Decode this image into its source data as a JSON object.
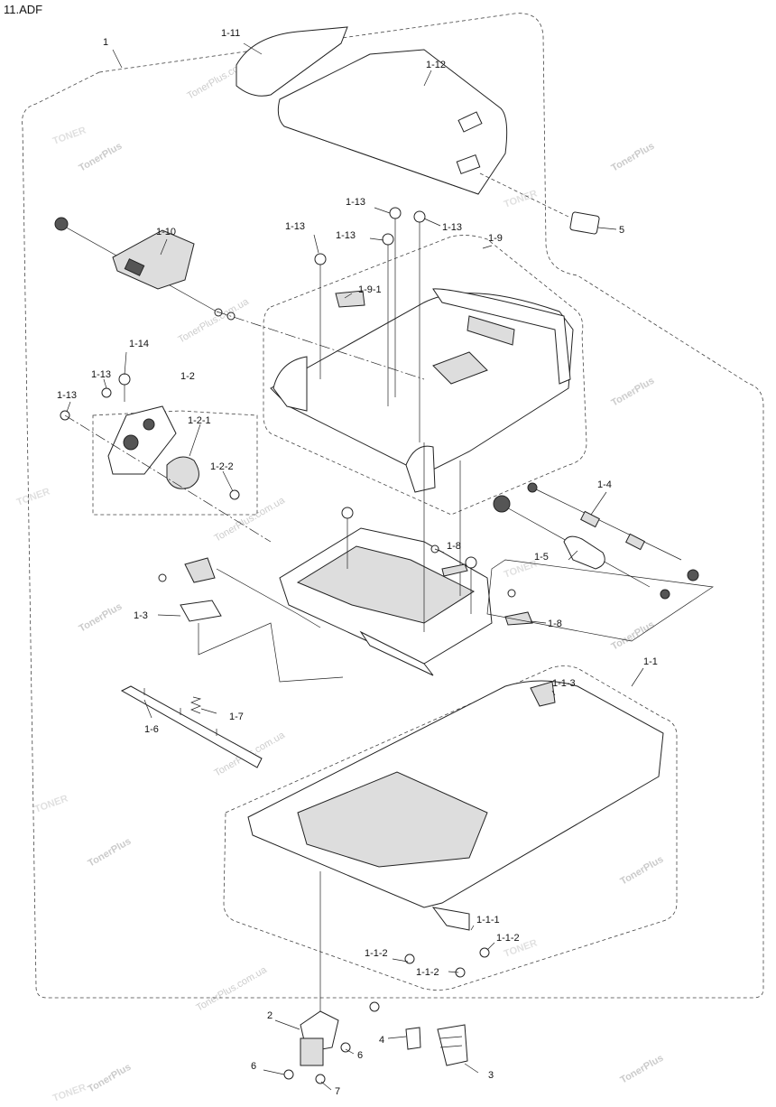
{
  "title": "11.ADF",
  "watermark": {
    "brand": "TONER",
    "site": "TonerPlus",
    "domain": "TonerPlus.com.ua"
  },
  "callouts": [
    {
      "id": "c-1",
      "text": "1"
    },
    {
      "id": "c-1-11",
      "text": "1-11"
    },
    {
      "id": "c-1-12",
      "text": "1-12"
    },
    {
      "id": "c-1-13a",
      "text": "1-13"
    },
    {
      "id": "c-1-13b",
      "text": "1-13"
    },
    {
      "id": "c-1-13c",
      "text": "1-13"
    },
    {
      "id": "c-1-13d",
      "text": "1-13"
    },
    {
      "id": "c-1-13e",
      "text": "1-13"
    },
    {
      "id": "c-1-13f",
      "text": "1-13"
    },
    {
      "id": "c-5",
      "text": "5"
    },
    {
      "id": "c-1-10",
      "text": "1-10"
    },
    {
      "id": "c-1-9",
      "text": "1-9"
    },
    {
      "id": "c-1-9-1",
      "text": "1-9-1"
    },
    {
      "id": "c-1-14",
      "text": "1-14"
    },
    {
      "id": "c-1-2",
      "text": "1-2"
    },
    {
      "id": "c-1-2-1",
      "text": "1-2-1"
    },
    {
      "id": "c-1-2-2",
      "text": "1-2-2"
    },
    {
      "id": "c-1-4",
      "text": "1-4"
    },
    {
      "id": "c-1-8a",
      "text": "1-8"
    },
    {
      "id": "c-1-5",
      "text": "1-5"
    },
    {
      "id": "c-1-3",
      "text": "1-3"
    },
    {
      "id": "c-1-8b",
      "text": "1-8"
    },
    {
      "id": "c-1-1-3",
      "text": "1-1-3"
    },
    {
      "id": "c-1-1",
      "text": "1-1"
    },
    {
      "id": "c-1-7",
      "text": "1-7"
    },
    {
      "id": "c-1-6",
      "text": "1-6"
    },
    {
      "id": "c-1-1-1",
      "text": "1-1-1"
    },
    {
      "id": "c-1-1-2a",
      "text": "1-1-2"
    },
    {
      "id": "c-1-1-2b",
      "text": "1-1-2"
    },
    {
      "id": "c-1-1-2c",
      "text": "1-1-2"
    },
    {
      "id": "c-2",
      "text": "2"
    },
    {
      "id": "c-4",
      "text": "4"
    },
    {
      "id": "c-6a",
      "text": "6"
    },
    {
      "id": "c-6b",
      "text": "6"
    },
    {
      "id": "c-3",
      "text": "3"
    },
    {
      "id": "c-7",
      "text": "7"
    }
  ]
}
